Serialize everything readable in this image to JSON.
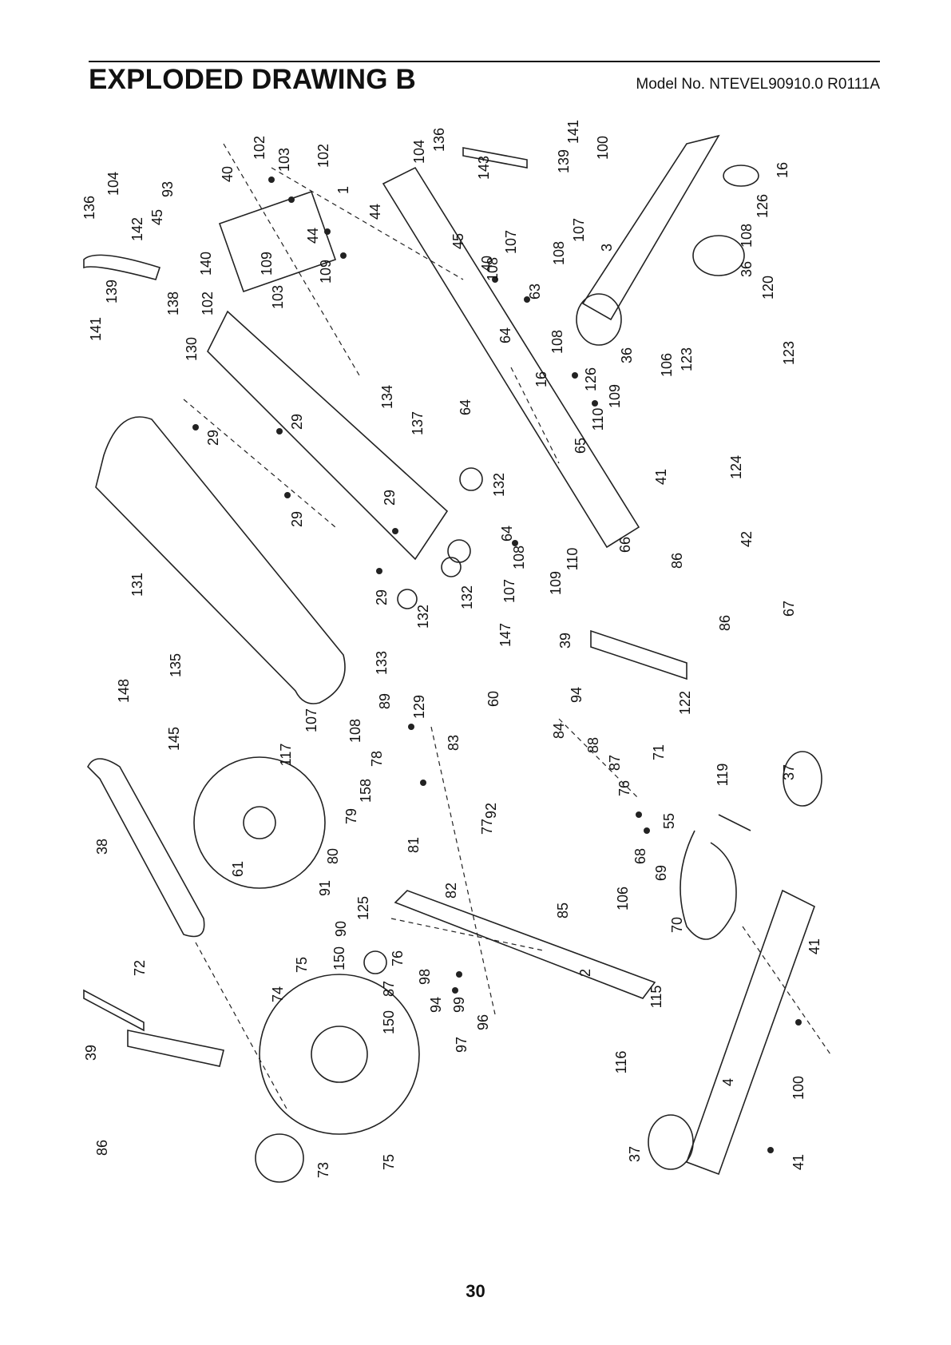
{
  "page": {
    "title": "EXPLODED DRAWING B",
    "model": "Model No. NTEVEL90910.0 R0111A",
    "page_number": "30"
  },
  "callouts": [
    "136",
    "104",
    "93",
    "40",
    "102",
    "103",
    "102",
    "1",
    "104",
    "136",
    "141",
    "139",
    "143",
    "100",
    "16",
    "126",
    "108",
    "3",
    "36",
    "120",
    "123",
    "123",
    "106",
    "124",
    "142",
    "45",
    "140",
    "109",
    "44",
    "44",
    "45",
    "40",
    "108",
    "107",
    "107",
    "108",
    "63",
    "64",
    "108",
    "36",
    "126",
    "109",
    "110",
    "65",
    "41",
    "66",
    "42",
    "16",
    "137",
    "134",
    "64",
    "139",
    "141",
    "138",
    "102",
    "103",
    "109",
    "130",
    "29",
    "29",
    "29",
    "29",
    "29",
    "131",
    "132",
    "64",
    "108",
    "110",
    "109",
    "107",
    "132",
    "132",
    "147",
    "133",
    "86",
    "86",
    "67",
    "39",
    "122",
    "94",
    "60",
    "84",
    "88",
    "76",
    "87",
    "71",
    "37",
    "119",
    "148",
    "135",
    "145",
    "107",
    "108",
    "89",
    "129",
    "78",
    "83",
    "117",
    "38",
    "61",
    "158",
    "79",
    "81",
    "92",
    "77",
    "55",
    "68",
    "69",
    "80",
    "91",
    "125",
    "90",
    "82",
    "85",
    "106",
    "70",
    "41",
    "2",
    "72",
    "39",
    "86",
    "75",
    "150",
    "74",
    "76",
    "87",
    "150",
    "98",
    "94",
    "99",
    "96",
    "97",
    "73",
    "75",
    "115",
    "116",
    "4",
    "100",
    "37",
    "41"
  ]
}
